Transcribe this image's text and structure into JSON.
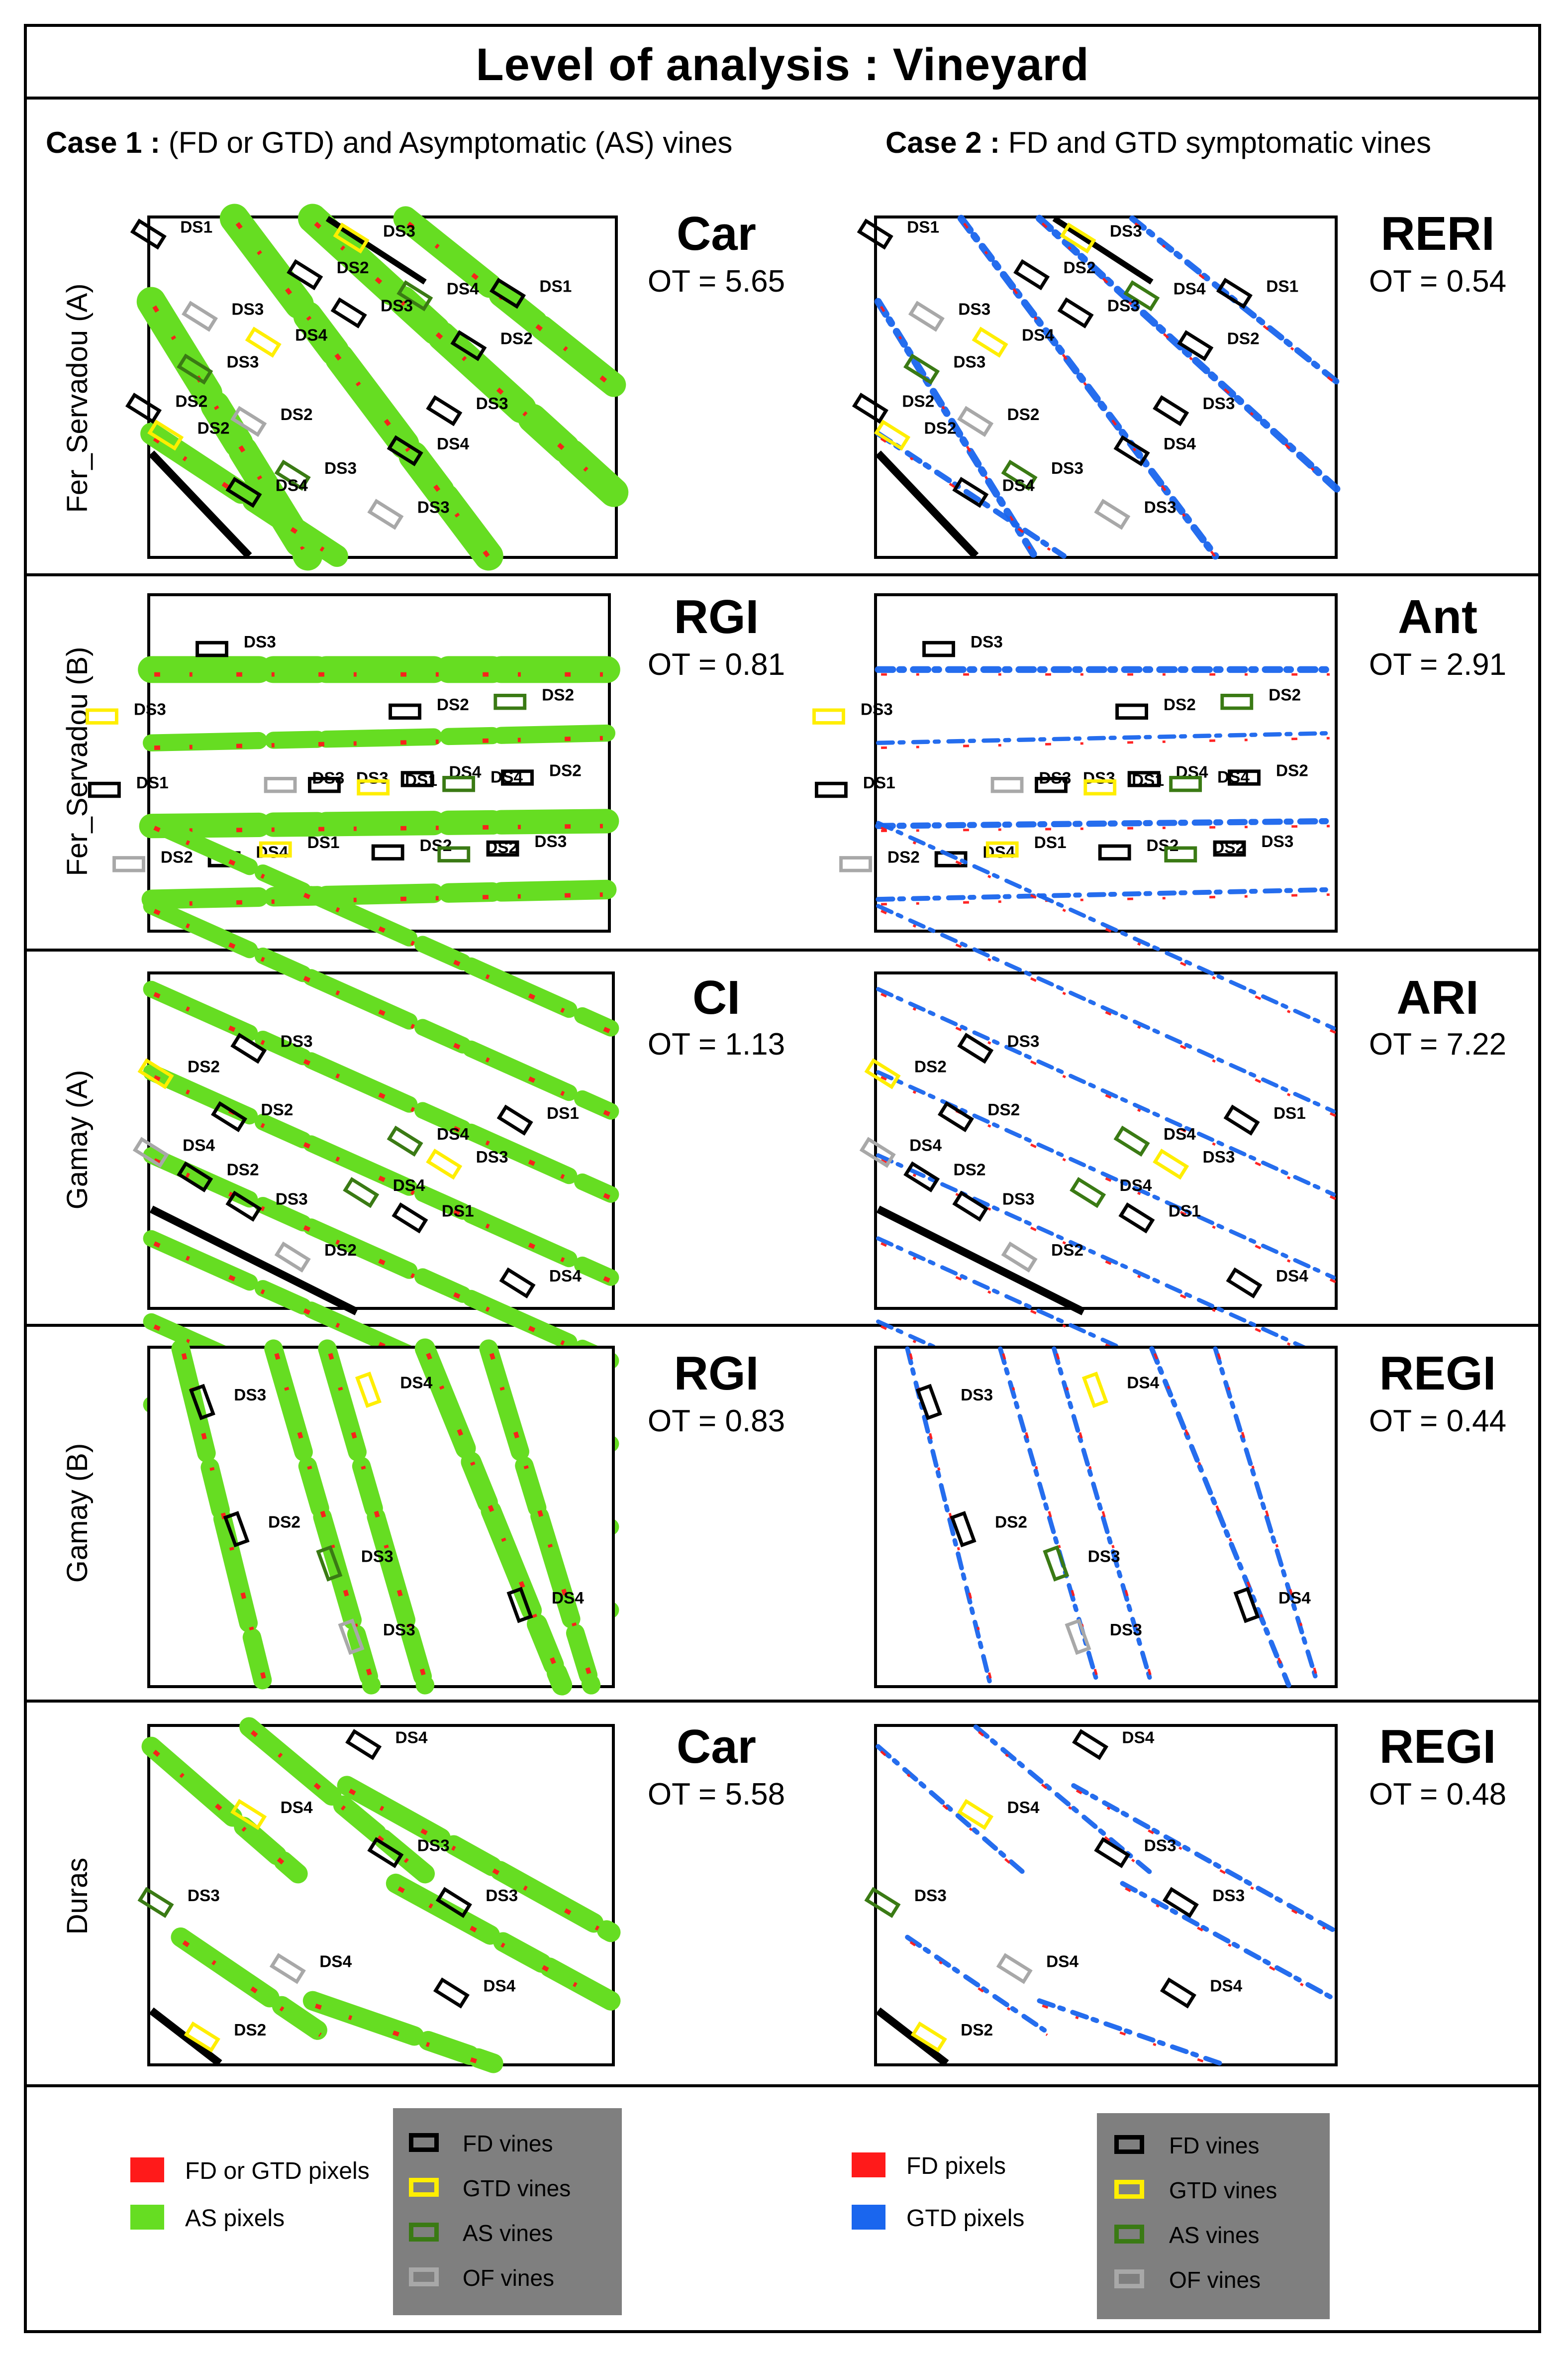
{
  "title": "Level of analysis :  Vineyard",
  "case1": {
    "bold": "Case 1 :",
    "text": " (FD or GTD) and Asymptomatic (AS) vines"
  },
  "case2": {
    "bold": "Case 2 :",
    "text": " FD and GTD symptomatic vines"
  },
  "colors": {
    "symptom_red": "#ff1a1a",
    "as_green": "#66dd22",
    "gtd_blue": "#1a66ee",
    "fd_box": "#000000",
    "gtd_box": "#ffee00",
    "as_box": "#3a7a14",
    "of_box": "#a8a8a8",
    "legend_bg": "#7f7f7f"
  },
  "rows": [
    {
      "label": "Fer_Servadou (A)",
      "case1": {
        "index": "Car",
        "ot": "OT = 5.65"
      },
      "case2": {
        "index": "RERI",
        "ot": "OT = 0.54"
      }
    },
    {
      "label": "Fer_Servadou (B)",
      "case1": {
        "index": "RGI",
        "ot": "OT = 0.81"
      },
      "case2": {
        "index": "Ant",
        "ot": "OT = 2.91"
      }
    },
    {
      "label": "Gamay (A)",
      "case1": {
        "index": "CI",
        "ot": "OT = 1.13"
      },
      "case2": {
        "index": "ARI",
        "ot": "OT = 7.22"
      }
    },
    {
      "label": "Gamay (B)",
      "case1": {
        "index": "RGI",
        "ot": "OT = 0.83"
      },
      "case2": {
        "index": "REGI",
        "ot": "OT = 0.44"
      }
    },
    {
      "label": "Duras",
      "case1": {
        "index": "Car",
        "ot": "OT = 5.58"
      },
      "case2": {
        "index": "REGI",
        "ot": "OT = 0.48"
      }
    }
  ],
  "panel_annotations": {
    "r0": [
      [
        "DS1",
        395,
        462
      ],
      [
        "DS3",
        810,
        470
      ],
      [
        "DS2",
        715,
        545
      ],
      [
        "DS4",
        940,
        588
      ],
      [
        "DS1",
        1130,
        583
      ],
      [
        "DS3",
        500,
        630
      ],
      [
        "DS3",
        805,
        623
      ],
      [
        "DS4",
        630,
        683
      ],
      [
        "DS2",
        1050,
        690
      ],
      [
        "DS3",
        490,
        738
      ],
      [
        "DS2",
        385,
        818
      ],
      [
        "DS2",
        600,
        845
      ],
      [
        "DS3",
        1000,
        823
      ],
      [
        "DS2",
        430,
        873
      ],
      [
        "DS4",
        920,
        905
      ],
      [
        "DS3",
        690,
        955
      ],
      [
        "DS4",
        590,
        990
      ],
      [
        "DS3",
        880,
        1035
      ]
    ],
    "r1": [
      [
        "DS3",
        525,
        1297
      ],
      [
        "DS3",
        300,
        1435
      ],
      [
        "DS2",
        920,
        1425
      ],
      [
        "DS2",
        1135,
        1405
      ],
      [
        "DS1",
        305,
        1585
      ],
      [
        "DS3",
        665,
        1575
      ],
      [
        "DS3",
        755,
        1575
      ],
      [
        "DS1",
        855,
        1580
      ],
      [
        "DS4",
        945,
        1563
      ],
      [
        "DS4",
        1030,
        1573
      ],
      [
        "DS2",
        1150,
        1560
      ],
      [
        "DS2",
        355,
        1737
      ],
      [
        "DS4",
        550,
        1727
      ],
      [
        "DS1",
        655,
        1707
      ],
      [
        "DS2",
        885,
        1713
      ],
      [
        "DS2",
        1020,
        1717
      ],
      [
        "DS3",
        1120,
        1705
      ]
    ],
    "r2": [
      [
        "DS3",
        600,
        2100
      ],
      [
        "DS2",
        410,
        2152
      ],
      [
        "DS2",
        560,
        2240
      ],
      [
        "DS4",
        920,
        2290
      ],
      [
        "DS1",
        1145,
        2247
      ],
      [
        "DS4",
        400,
        2313
      ],
      [
        "DS2",
        490,
        2363
      ],
      [
        "DS3",
        1000,
        2337
      ],
      [
        "DS3",
        590,
        2423
      ],
      [
        "DS4",
        830,
        2395
      ],
      [
        "DS1",
        930,
        2447
      ],
      [
        "DS2",
        690,
        2527
      ],
      [
        "DS4",
        1150,
        2580
      ]
    ],
    "r3": [
      [
        "DS3",
        505,
        2810
      ],
      [
        "DS4",
        845,
        2785
      ],
      [
        "DS2",
        575,
        3070
      ],
      [
        "DS3",
        765,
        3140
      ],
      [
        "DS4",
        1155,
        3225
      ],
      [
        "DS3",
        810,
        3290
      ]
    ],
    "r4": [
      [
        "DS4",
        835,
        3497
      ],
      [
        "DS4",
        600,
        3640
      ],
      [
        "DS3",
        880,
        3718
      ],
      [
        "DS3",
        410,
        3820
      ],
      [
        "DS3",
        1020,
        3820
      ],
      [
        "DS4",
        680,
        3955
      ],
      [
        "DS4",
        1015,
        4005
      ],
      [
        "DS2",
        505,
        4095
      ]
    ]
  },
  "legend1": {
    "red_label": "FD or GTD pixels",
    "green_label": "AS pixels"
  },
  "legend2": {
    "red_label": "FD  pixels",
    "blue_label": "GTD pixels"
  },
  "box_legend1": [
    "FD vines",
    "GTD  vines",
    "AS vines",
    "OF vines"
  ],
  "box_legend2": [
    "FD vines",
    "GTD  vines",
    "AS vines",
    "OF vines"
  ]
}
